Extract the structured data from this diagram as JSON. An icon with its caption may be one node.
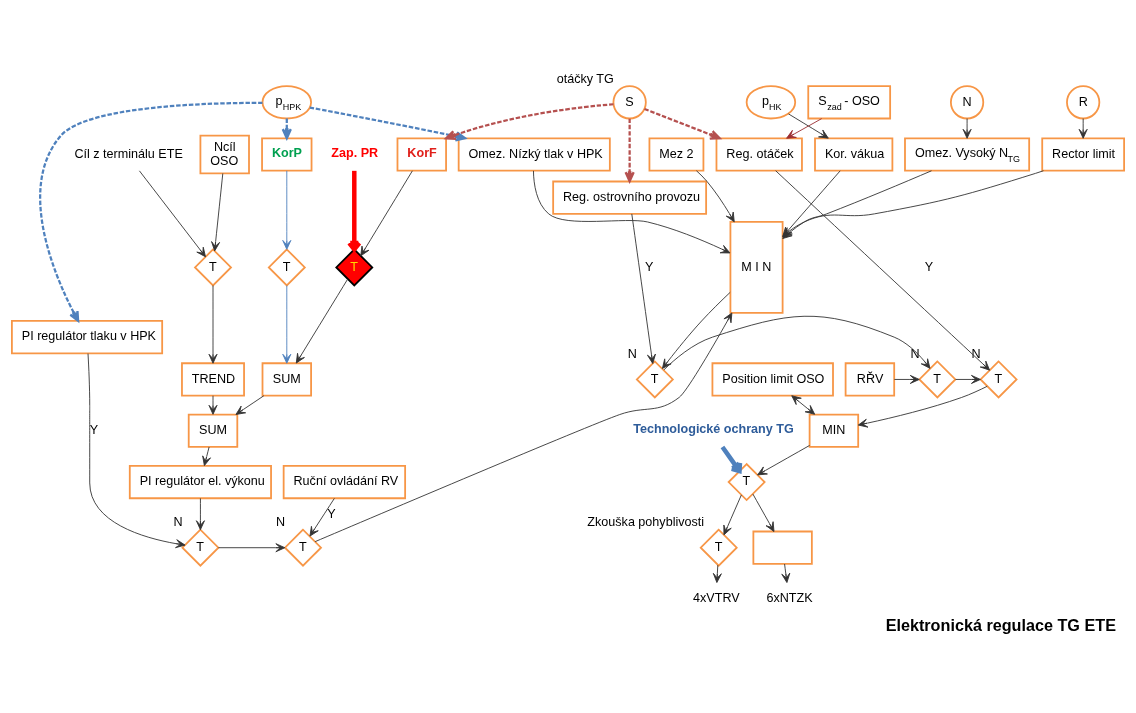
{
  "diagram": {
    "title": "Elektronická regulace TG ETE",
    "nodes": [
      {
        "text": [
          "Ncíl",
          "OSO"
        ]
      },
      {
        "text": [
          "Cíl z terminálu ETE"
        ]
      },
      {
        "text": [
          "T"
        ]
      },
      {
        "text": [
          "TREND"
        ]
      },
      {
        "text": [
          "N"
        ]
      },
      {
        "text": [
          "p$_{HPK}$"
        ]
      },
      {
        "text": [
          "R"
        ]
      },
      {
        "text": [
          "p$_{HK}$"
        ]
      },
      {
        "text": [
          "S"
        ],
        "beside": [
          "otáčky TG"
        ]
      },
      {
        "text": [
          "KorP"
        ]
      },
      {
        "text": [
          "KorF"
        ]
      },
      {
        "text": [
          "Omez. Vysoký N$_{TG}$"
        ]
      },
      {
        "text": [
          "Omez. Nízký tlak v HPK"
        ]
      },
      {
        "text": [
          "Rector limit"
        ]
      },
      {
        "text": [
          "Kor. vákua"
        ]
      },
      {
        "text": [
          "Reg. ostrovního provozu"
        ]
      },
      {
        "text": [
          "S$_{zad}$ - OSO"
        ]
      },
      {
        "text": [
          "Reg. otáček"
        ]
      },
      {
        "text": [
          "T"
        ]
      },
      {
        "text": [
          "Zap. PR"
        ]
      },
      {
        "text": [
          "T"
        ]
      },
      {
        "text": [
          "SUM"
        ]
      },
      {
        "text": [
          "SUM"
        ]
      },
      {
        "text": [
          "Mez 2"
        ]
      },
      {
        "text": [
          "M I N"
        ]
      },
      {
        "text": [
          "T"
        ],
        "beside": [
          "N"
        ]
      },
      {
        "text": [
          "RŘV"
        ]
      },
      {
        "text": [
          "T"
        ],
        "beside": [
          "N"
        ]
      },
      {
        "text": [
          "T"
        ],
        "beside": [
          "N"
        ]
      },
      {
        "text": [
          "Position limit OSO"
        ]
      },
      {
        "text": [
          "MIN"
        ]
      },
      {
        "text": [
          "Technologické ochrany TG"
        ]
      },
      {
        "text": [
          "T"
        ]
      },
      {
        "text": [
          "T"
        ],
        "beside": [
          "Zkouška pohyblivosti"
        ]
      },
      {
        "text": [],
        "shape": "box"
      },
      {
        "text": [
          "4xVTRV"
        ]
      },
      {
        "text": [
          "6xNTZK"
        ]
      },
      {
        "text": [
          "PI regulátor el. výkonu"
        ]
      },
      {
        "text": [
          "PI regulátor tlaku v HPK"
        ]
      },
      {
        "text": [
          "Ruční ovládání RV"
        ]
      },
      {
        "text": [
          "T"
        ],
        "beside": [
          "N"
        ]
      },
      {
        "text": [
          "T"
        ],
        "beside": [
          "N"
        ]
      }
    ],
    "edges": [
      {
        "from": 0,
        "to": 2,
        "arrow": "to"
      },
      {
        "from": 1,
        "to": 2,
        "arrow": "to"
      },
      {
        "from": 2,
        "to": 3,
        "arrow": "to"
      },
      {
        "from": 3,
        "to": 22,
        "arrow": "to"
      },
      {
        "from": 21,
        "to": 22,
        "arrow": "to"
      },
      {
        "from": 22,
        "to": 37,
        "arrow": "to"
      },
      {
        "from": 37,
        "to": 40,
        "arrow": "to"
      },
      {
        "from": 38,
        "to": 40,
        "arrow": "to",
        "label": "Y"
      },
      {
        "from": 40,
        "to": 41,
        "arrow": "to"
      },
      {
        "from": 39,
        "to": 41,
        "arrow": "to",
        "label": "Y"
      },
      {
        "from": 41,
        "to": 24,
        "arrow": "to"
      },
      {
        "from": 4,
        "to": 11,
        "arrow": "to"
      },
      {
        "from": 5,
        "to": 12,
        "arrow": "to",
        "style": "dashed",
        "color": "#4f81bd"
      },
      {
        "from": 5,
        "to": 9,
        "arrow": "to",
        "style": "dashed",
        "color": "#4f81bd"
      },
      {
        "from": 5,
        "to": 38,
        "arrow": "to",
        "style": "dashed",
        "color": "#4f81bd"
      },
      {
        "from": 8,
        "to": 10,
        "arrow": "to",
        "style": "dashed",
        "color": "#b5504f"
      },
      {
        "from": 8,
        "to": 15,
        "arrow": "to",
        "style": "dashed",
        "color": "#b5504f"
      },
      {
        "from": 8,
        "to": 17,
        "arrow": "to",
        "style": "dashed",
        "color": "#b5504f"
      },
      {
        "from": 6,
        "to": 13,
        "arrow": "to"
      },
      {
        "from": 7,
        "to": 14,
        "arrow": "to"
      },
      {
        "from": 16,
        "to": 17,
        "arrow": "to",
        "color": "#9b2d30"
      },
      {
        "from": 9,
        "to": 20,
        "arrow": "to",
        "color": "#4f81bd"
      },
      {
        "from": 20,
        "to": 21,
        "arrow": "to",
        "color": "#4f81bd"
      },
      {
        "from": 10,
        "to": 18,
        "arrow": "to"
      },
      {
        "from": 18,
        "to": 21,
        "arrow": "to"
      },
      {
        "from": 19,
        "to": 18,
        "arrow": "to",
        "style": "thick",
        "color": "#ff0000"
      },
      {
        "from": 11,
        "to": 24,
        "arrow": "to"
      },
      {
        "from": 12,
        "to": 24,
        "arrow": "to"
      },
      {
        "from": 23,
        "to": 24,
        "arrow": "to"
      },
      {
        "from": 13,
        "to": 24,
        "arrow": "to"
      },
      {
        "from": 14,
        "to": 24,
        "arrow": "to"
      },
      {
        "from": 24,
        "to": 25,
        "arrow": "to"
      },
      {
        "from": 15,
        "to": 25,
        "arrow": "to",
        "label": "Y"
      },
      {
        "from": 25,
        "to": 27,
        "arrow": "to"
      },
      {
        "from": 26,
        "to": 27,
        "arrow": "to"
      },
      {
        "from": 27,
        "to": 28,
        "arrow": "to"
      },
      {
        "from": 17,
        "to": 28,
        "arrow": "to",
        "label": "Y"
      },
      {
        "from": 28,
        "to": 30,
        "arrow": "to"
      },
      {
        "from": 29,
        "to": 30,
        "arrow": "both"
      },
      {
        "from": 30,
        "to": 32,
        "arrow": "to"
      },
      {
        "from": 31,
        "to": 32,
        "arrow": "to",
        "style": "thick",
        "color": "#4f81bd"
      },
      {
        "from": 32,
        "to": 33,
        "arrow": "to"
      },
      {
        "from": 32,
        "to": 34,
        "arrow": "to"
      },
      {
        "from": 33,
        "to": 35,
        "arrow": "to"
      },
      {
        "from": 34,
        "to": 36,
        "arrow": "to"
      }
    ]
  }
}
